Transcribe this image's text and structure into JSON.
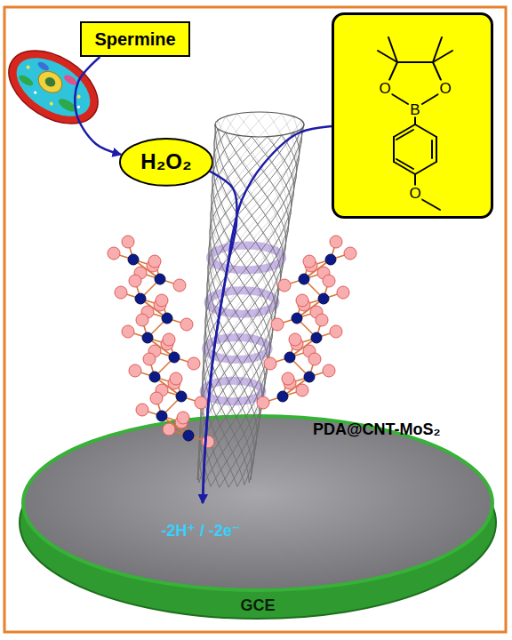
{
  "diagram": {
    "nodes": [
      {
        "text": [
          "Spermine"
        ]
      },
      {
        "text": [
          "O",
          "O",
          "B",
          "O"
        ]
      },
      {
        "text": [
          "H₂O₂"
        ]
      },
      {
        "text": [
          "-2H⁺ / -2e⁻",
          "GCE"
        ]
      }
    ],
    "edges": [
      {
        "from": 0,
        "to": 2,
        "arrow": "to"
      },
      {
        "from": 2,
        "to": 3,
        "arrow": "to"
      },
      {
        "from": 1,
        "to": 3,
        "arrow": "to"
      }
    ],
    "labels": [
      "PDA@CNT-MoS₂"
    ]
  }
}
